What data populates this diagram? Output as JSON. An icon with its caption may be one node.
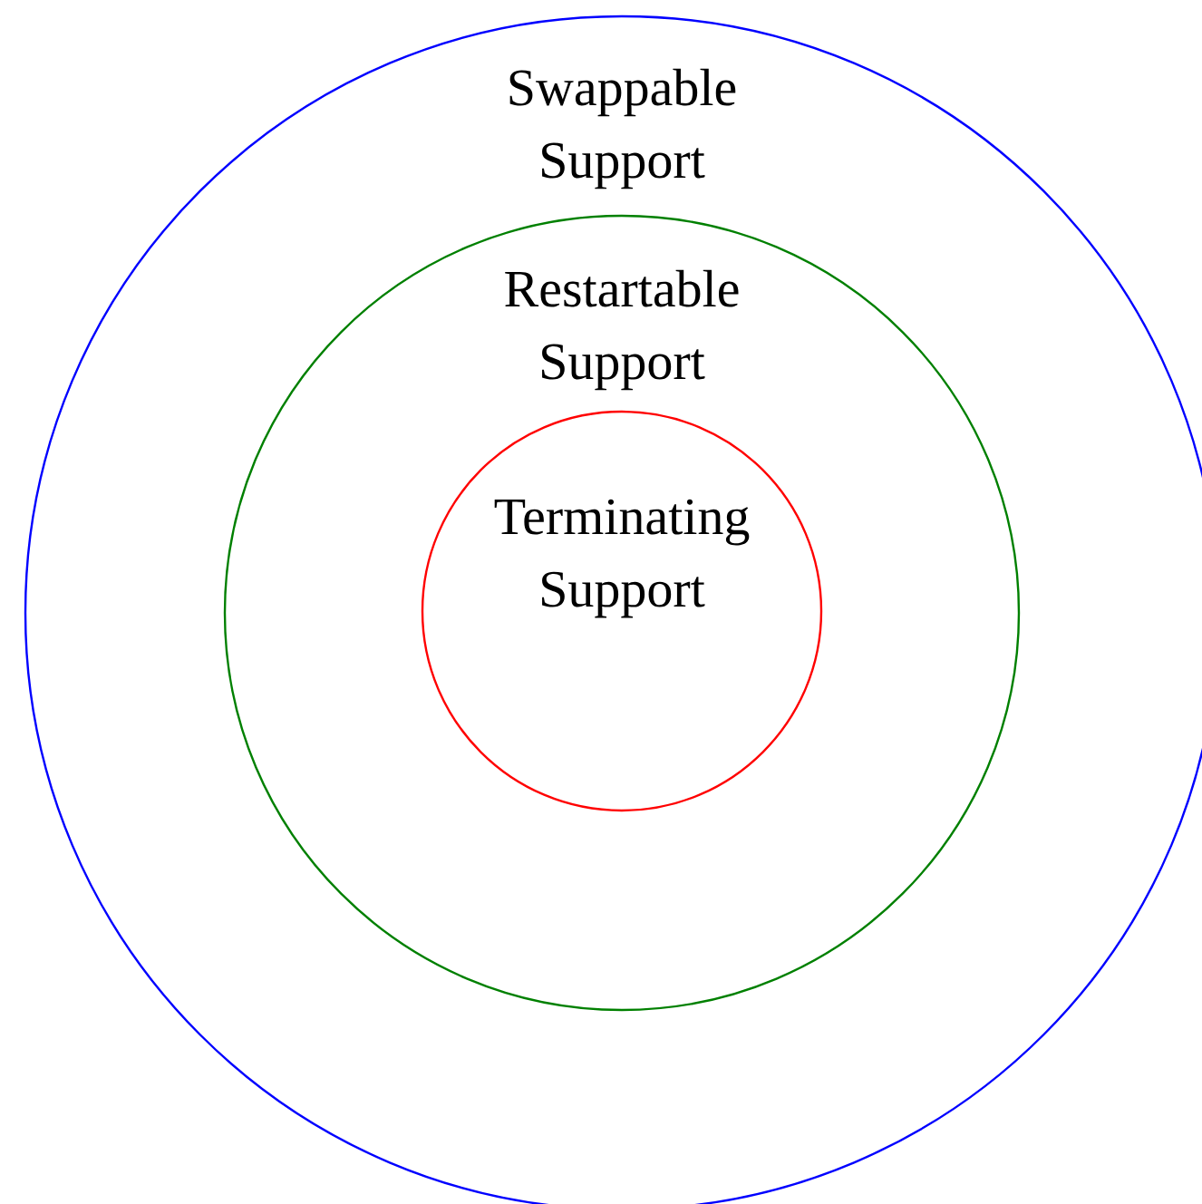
{
  "diagram": {
    "nodes": [
      {
        "text": [
          "Swappable Support"
        ]
      },
      {
        "text": [
          "Restartable Support"
        ],
        "in": 0
      },
      {
        "text": [
          "Terminating Support"
        ],
        "in": 1
      }
    ]
  }
}
